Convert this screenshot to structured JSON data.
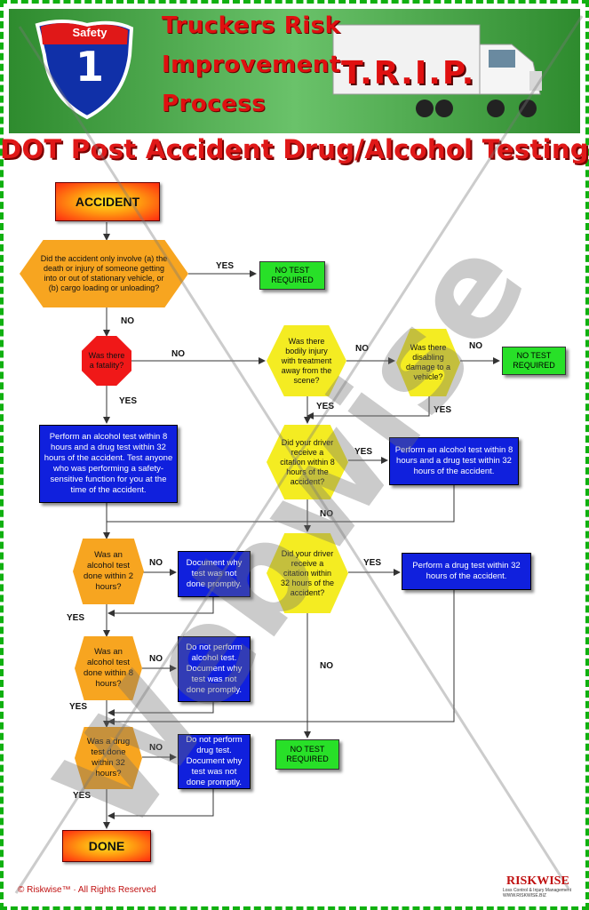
{
  "header": {
    "shield_top": "Safety",
    "shield_number": "1",
    "line1": "Truckers Risk",
    "line2": "Improvement",
    "line3": "Process",
    "trip": "T.R.I.P."
  },
  "title": "DOT Post Accident Drug/Alcohol Testing",
  "nodes": {
    "accident": "ACCIDENT",
    "q_death_injury": "Did the accident only involve (a) the death or injury of someone getting into or out of stationary vehicle, or (b) cargo loading or unloading?",
    "no_test_1": "NO TEST REQUIRED",
    "q_fatality": "Was there a fatality?",
    "q_bodily_injury": "Was there bodily injury with treatment away from the scene?",
    "q_disabling": "Was there disabling damage to a vehicle?",
    "no_test_2": "NO TEST REQUIRED",
    "perform_fatal": "Perform an alcohol test within 8 hours and a drug test within 32 hours of the accident. Test anyone who was performing a safety-sensitive function for you at the time of the accident.",
    "q_citation_8": "Did your driver receive a citation within 8 hours of the accident?",
    "perform_citation": "Perform an alcohol test within 8 hours and a drug test within 32 hours of the accident.",
    "q_alcohol_2": "Was an alcohol test done within 2 hours?",
    "doc_2": "Document why test was not done promptly.",
    "q_citation_32": "Did your driver receive a citation within 32 hours of the accident?",
    "perform_drug_32": "Perform a drug test within 32 hours of the accident.",
    "q_alcohol_8": "Was an alcohol test done within 8 hours?",
    "doc_8": "Do not perform alcohol test. Document why test was not done promptly.",
    "no_test_3": "NO TEST REQUIRED",
    "q_drug_32": "Was a drug test done within 32 hours?",
    "doc_32": "Do not perform drug test. Document why test was not done promptly.",
    "done": "DONE"
  },
  "labels": {
    "yes": "YES",
    "no": "NO"
  },
  "watermark": "Webwise",
  "footer": "© Riskwise™ · All Rights Reserved",
  "logo": {
    "name": "RISKWISE",
    "tagline": "Loss Control & Injury Management WWW.RISKWISE.BIZ"
  },
  "colors": {
    "orange": "#f7a520",
    "yellow": "#f4ec22",
    "blue": "#1020dd",
    "green": "#28e028",
    "red": "#f01818",
    "title_red": "#e01818",
    "border_green": "#10b010"
  }
}
